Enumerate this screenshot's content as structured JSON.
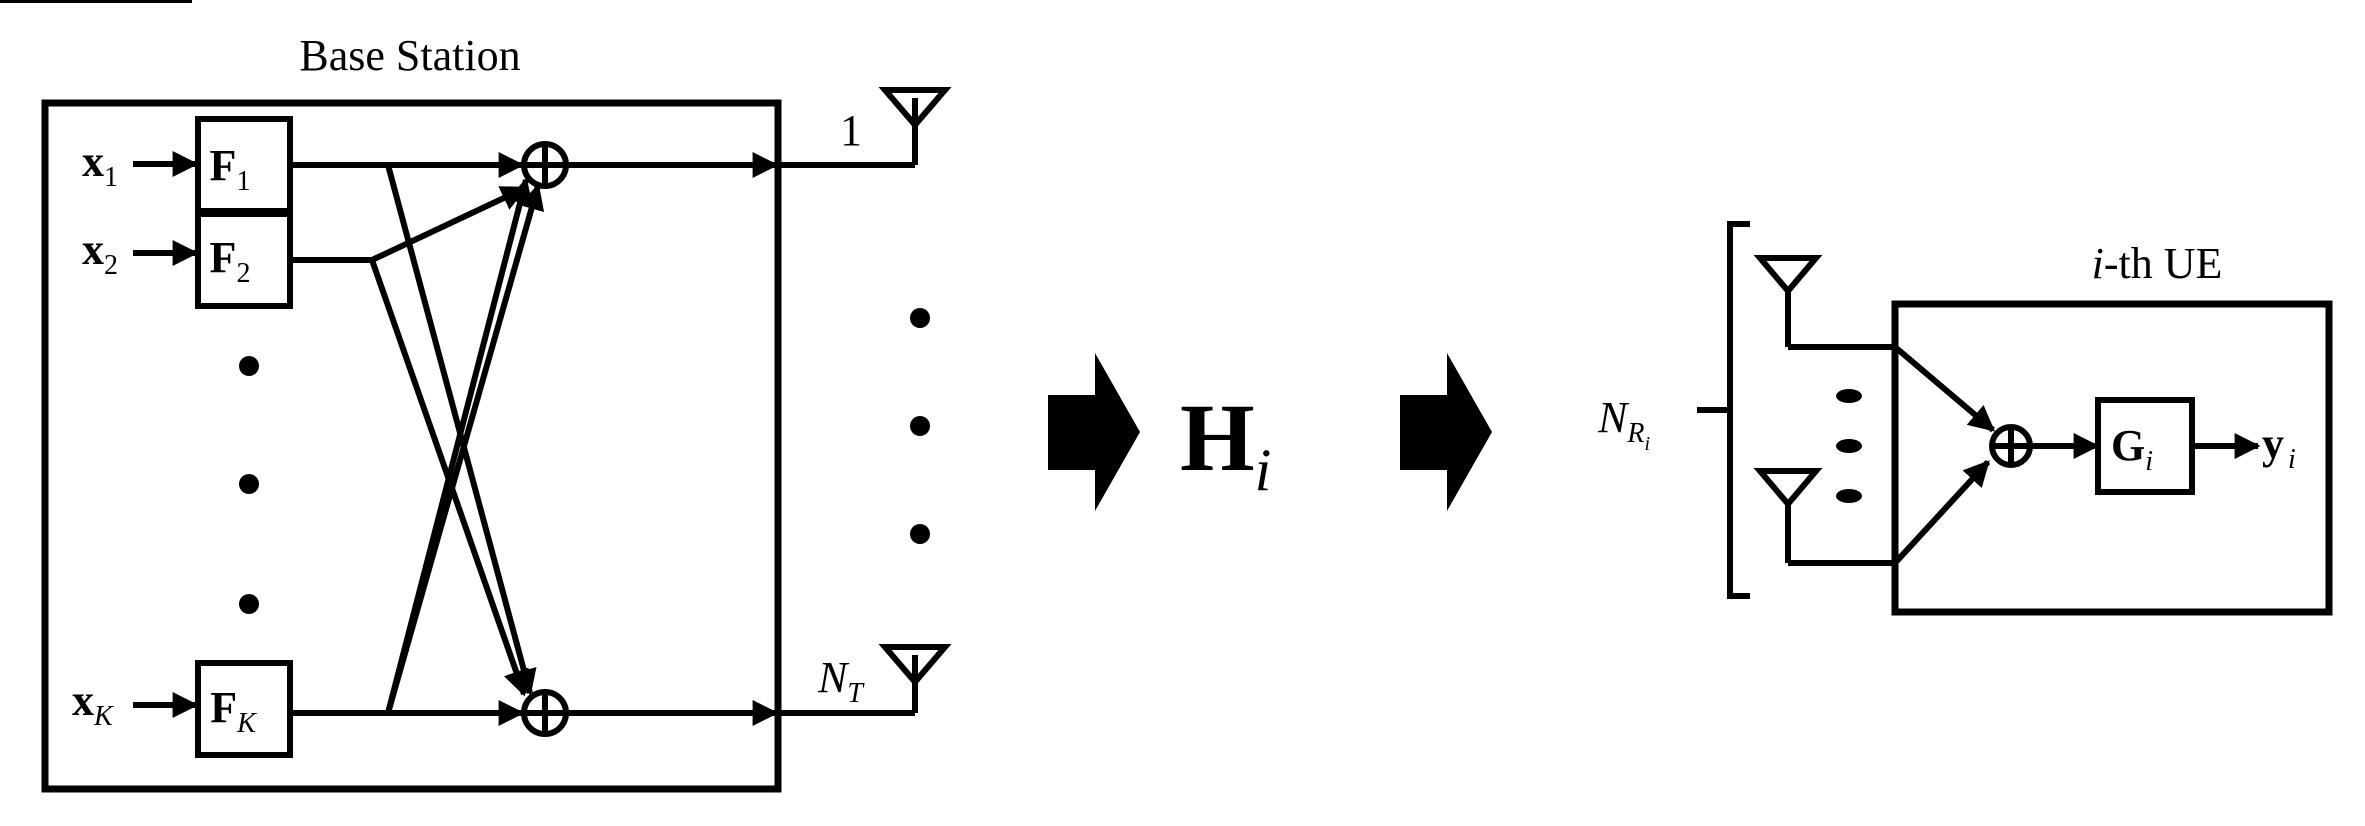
{
  "base_station": {
    "title": "Base Station",
    "inputs": [
      {
        "sym": "x",
        "sub": "1"
      },
      {
        "sym": "x",
        "sub": "2"
      },
      {
        "sym": "x",
        "sub": "K"
      }
    ],
    "precoders": [
      {
        "sym": "F",
        "sub": "1"
      },
      {
        "sym": "F",
        "sub": "2"
      },
      {
        "sym": "F",
        "sub": "K"
      }
    ],
    "antennas": [
      {
        "sym": "1",
        "sub": ""
      },
      {
        "sym": "N",
        "sub": "T"
      }
    ]
  },
  "channel": {
    "sym": "H",
    "sub": "i"
  },
  "ue": {
    "title_prefix": "i",
    "title_suffix": "-th UE",
    "antenna_count": {
      "sym": "N",
      "sub": "R",
      "subsub": "i"
    },
    "decoder": {
      "sym": "G",
      "sub": "i"
    },
    "output": {
      "sym": "y",
      "sub": "i"
    }
  },
  "colors": {
    "stroke": "#000000",
    "background": "#ffffff"
  }
}
